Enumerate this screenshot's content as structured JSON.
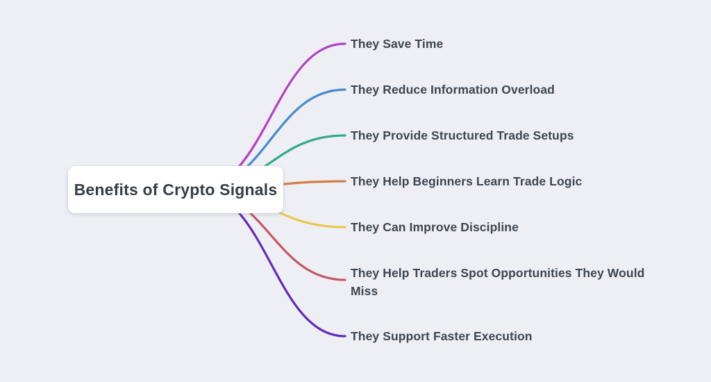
{
  "background_color": "#edeff5",
  "mindmap": {
    "root": {
      "label": "Benefits of Crypto Signals"
    },
    "branches": [
      {
        "label": "They Save Time",
        "color": "#b240c4"
      },
      {
        "label": "They Reduce Information Overload",
        "color": "#458acd"
      },
      {
        "label": "They Provide Structured Trade Setups",
        "color": "#2faa8b"
      },
      {
        "label": "They Help Beginners Learn Trade Logic",
        "color": "#d07f45"
      },
      {
        "label": "They Can Improve Discipline",
        "color": "#e8c84e"
      },
      {
        "label": "They Help Traders Spot Opportunities They Would Miss",
        "color": "#c25862"
      },
      {
        "label": "They Support Faster Execution",
        "color": "#622bb8"
      }
    ]
  }
}
